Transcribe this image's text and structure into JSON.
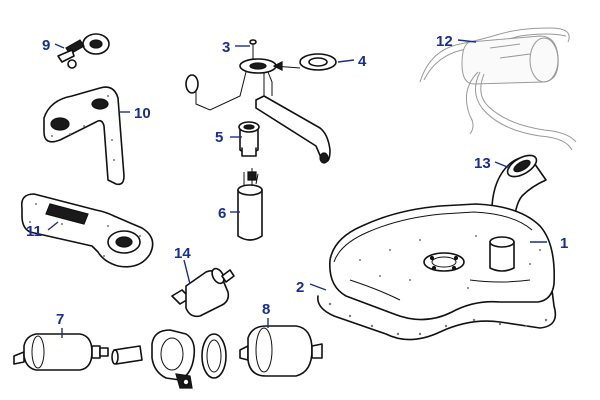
{
  "callouts": [
    {
      "id": "1",
      "text": "1"
    },
    {
      "id": "2",
      "text": "2"
    },
    {
      "id": "3",
      "text": "3"
    },
    {
      "id": "4",
      "text": "4"
    },
    {
      "id": "5",
      "text": "5"
    },
    {
      "id": "6",
      "text": "6"
    },
    {
      "id": "7",
      "text": "7"
    },
    {
      "id": "8",
      "text": "8"
    },
    {
      "id": "9",
      "text": "9"
    },
    {
      "id": "10",
      "text": "10"
    },
    {
      "id": "11",
      "text": "11"
    },
    {
      "id": "12",
      "text": "12"
    },
    {
      "id": "13",
      "text": "13"
    },
    {
      "id": "14",
      "text": "14"
    }
  ],
  "colors": {
    "callout": "#1a2f8a",
    "line_art": "#111111",
    "faded_art": "#999999",
    "background": "#ffffff"
  }
}
